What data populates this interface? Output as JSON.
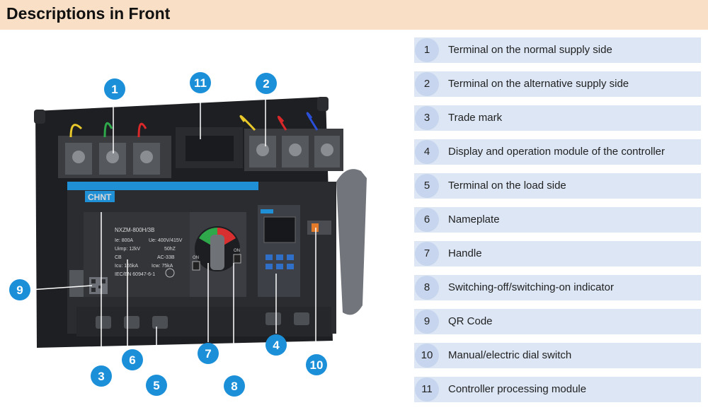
{
  "header": {
    "title": "Descriptions in Front"
  },
  "device": {
    "brand": "CHNT",
    "model": "NXZM-800H/3B",
    "spec_lines": [
      [
        "Ie: 800A",
        "Ue: 400V/415V"
      ],
      [
        "Uimp: 12kV",
        "50hZ"
      ],
      [
        "CB",
        "AC-33B"
      ],
      [
        "Icu: 165kA",
        "Icw: 75kA"
      ],
      [
        "IEC/EN 60947-6-1",
        ""
      ]
    ],
    "on_label_left": "ON",
    "on_label_right": "ON"
  },
  "callouts": [
    "1",
    "2",
    "3",
    "4",
    "5",
    "6",
    "7",
    "8",
    "9",
    "10",
    "11"
  ],
  "legend": [
    {
      "num": "1",
      "label": "Terminal on the normal supply side"
    },
    {
      "num": "2",
      "label": "Terminal on the alternative supply side"
    },
    {
      "num": "3",
      "label": "Trade mark"
    },
    {
      "num": "4",
      "label": "Display and operation module of the controller"
    },
    {
      "num": "5",
      "label": "Terminal on the load side"
    },
    {
      "num": "6",
      "label": "Nameplate"
    },
    {
      "num": "7",
      "label": "Handle"
    },
    {
      "num": "8",
      "label": "Switching-off/switching-on indicator"
    },
    {
      "num": "9",
      "label": "QR Code"
    },
    {
      "num": "10",
      "label": "Manual/electric dial switch"
    },
    {
      "num": "11",
      "label": "Controller processing module"
    }
  ],
  "colors": {
    "header_bg": "#f8dfc6",
    "row_bg": "#dce6f5",
    "num_circle": "#c7d6ee",
    "callout": "#1b8fd8"
  }
}
